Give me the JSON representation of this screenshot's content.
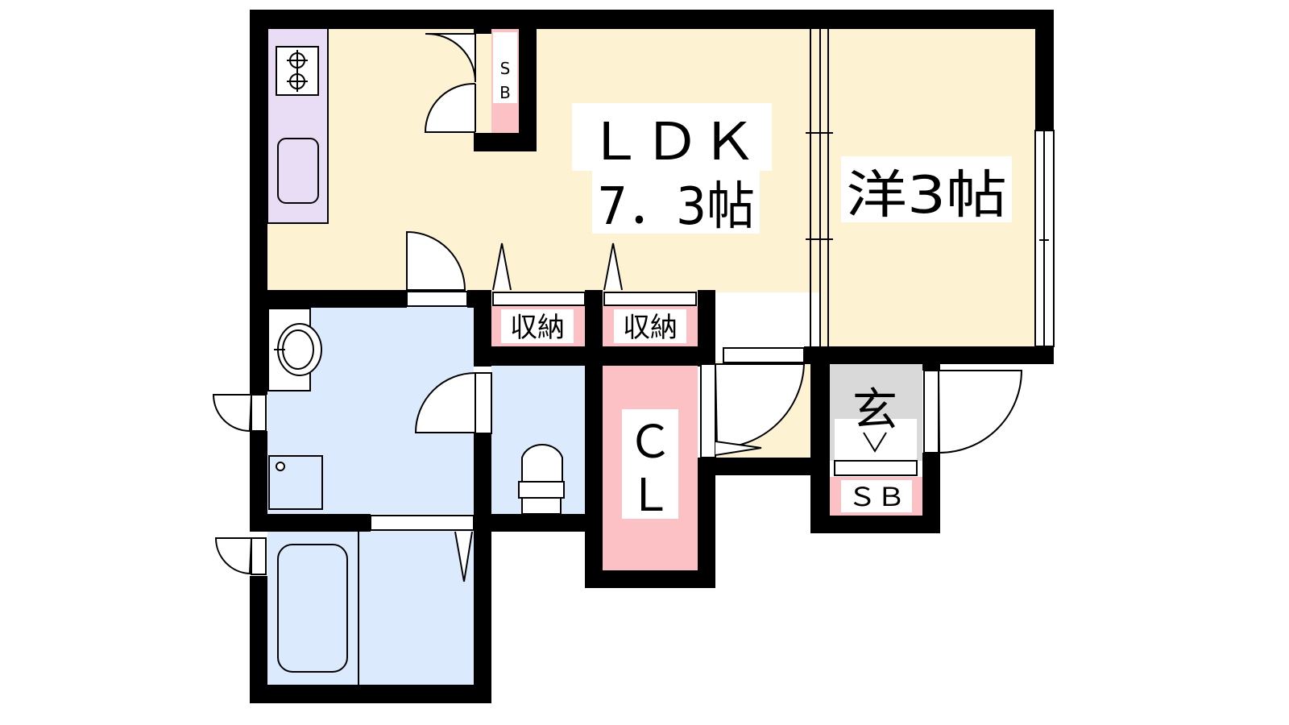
{
  "floorplan": {
    "rooms": {
      "ldk": {
        "name": "ＬＤＫ",
        "size": "7．3帖"
      },
      "western": {
        "name": "洋3帖"
      },
      "closet": {
        "line1": "Ｃ",
        "line2": "Ｌ"
      },
      "entrance": {
        "name": "玄"
      }
    },
    "storage": {
      "kitchen_sb": {
        "line1": "S",
        "line2": "B"
      },
      "storage_left": {
        "name": "収納"
      },
      "storage_right": {
        "name": "収納"
      },
      "entrance_sb": {
        "name": "ＳＢ"
      }
    },
    "colors": {
      "ldk_floor": "#fdf3d3",
      "wet_area": "#dbeafd",
      "kitchen": "#e8ddf4",
      "storage": "#fbc1c4",
      "entrance": "#d9d9d9",
      "wall": "#000000"
    }
  }
}
